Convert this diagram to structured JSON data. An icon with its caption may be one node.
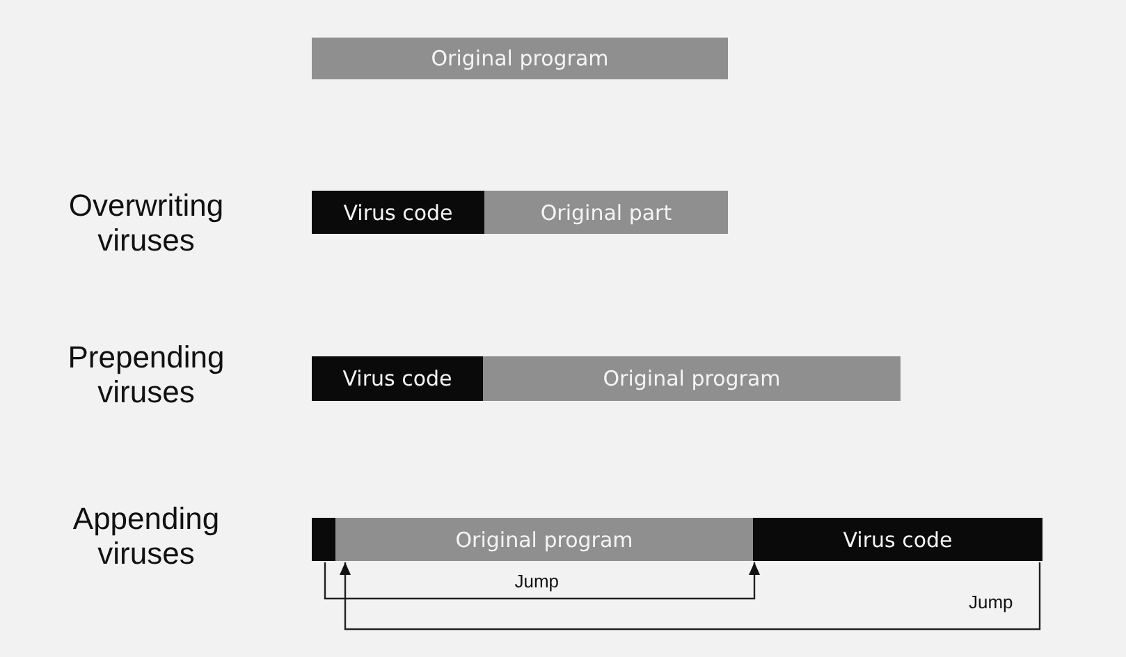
{
  "diagram": {
    "nodes": [
      {
        "text": [
          "Original program"
        ]
      },
      {
        "text": [
          "Virus code"
        ]
      },
      {
        "text": [
          "Original part"
        ]
      },
      {
        "text": [
          "Virus code"
        ]
      },
      {
        "text": [
          "Original program"
        ]
      },
      {
        "text": [],
        "shape": "bar"
      },
      {
        "text": [
          "Original program"
        ]
      },
      {
        "text": [
          "Virus code"
        ]
      }
    ],
    "edges": [
      {
        "from": 5,
        "to": 7,
        "arrow": "to",
        "label": "Jump"
      },
      {
        "from": 7,
        "to": 6,
        "arrow": "to",
        "label": "Jump"
      }
    ],
    "labels": [
      "Overwriting viruses",
      "Prepending viruses",
      "Appending viruses"
    ]
  }
}
